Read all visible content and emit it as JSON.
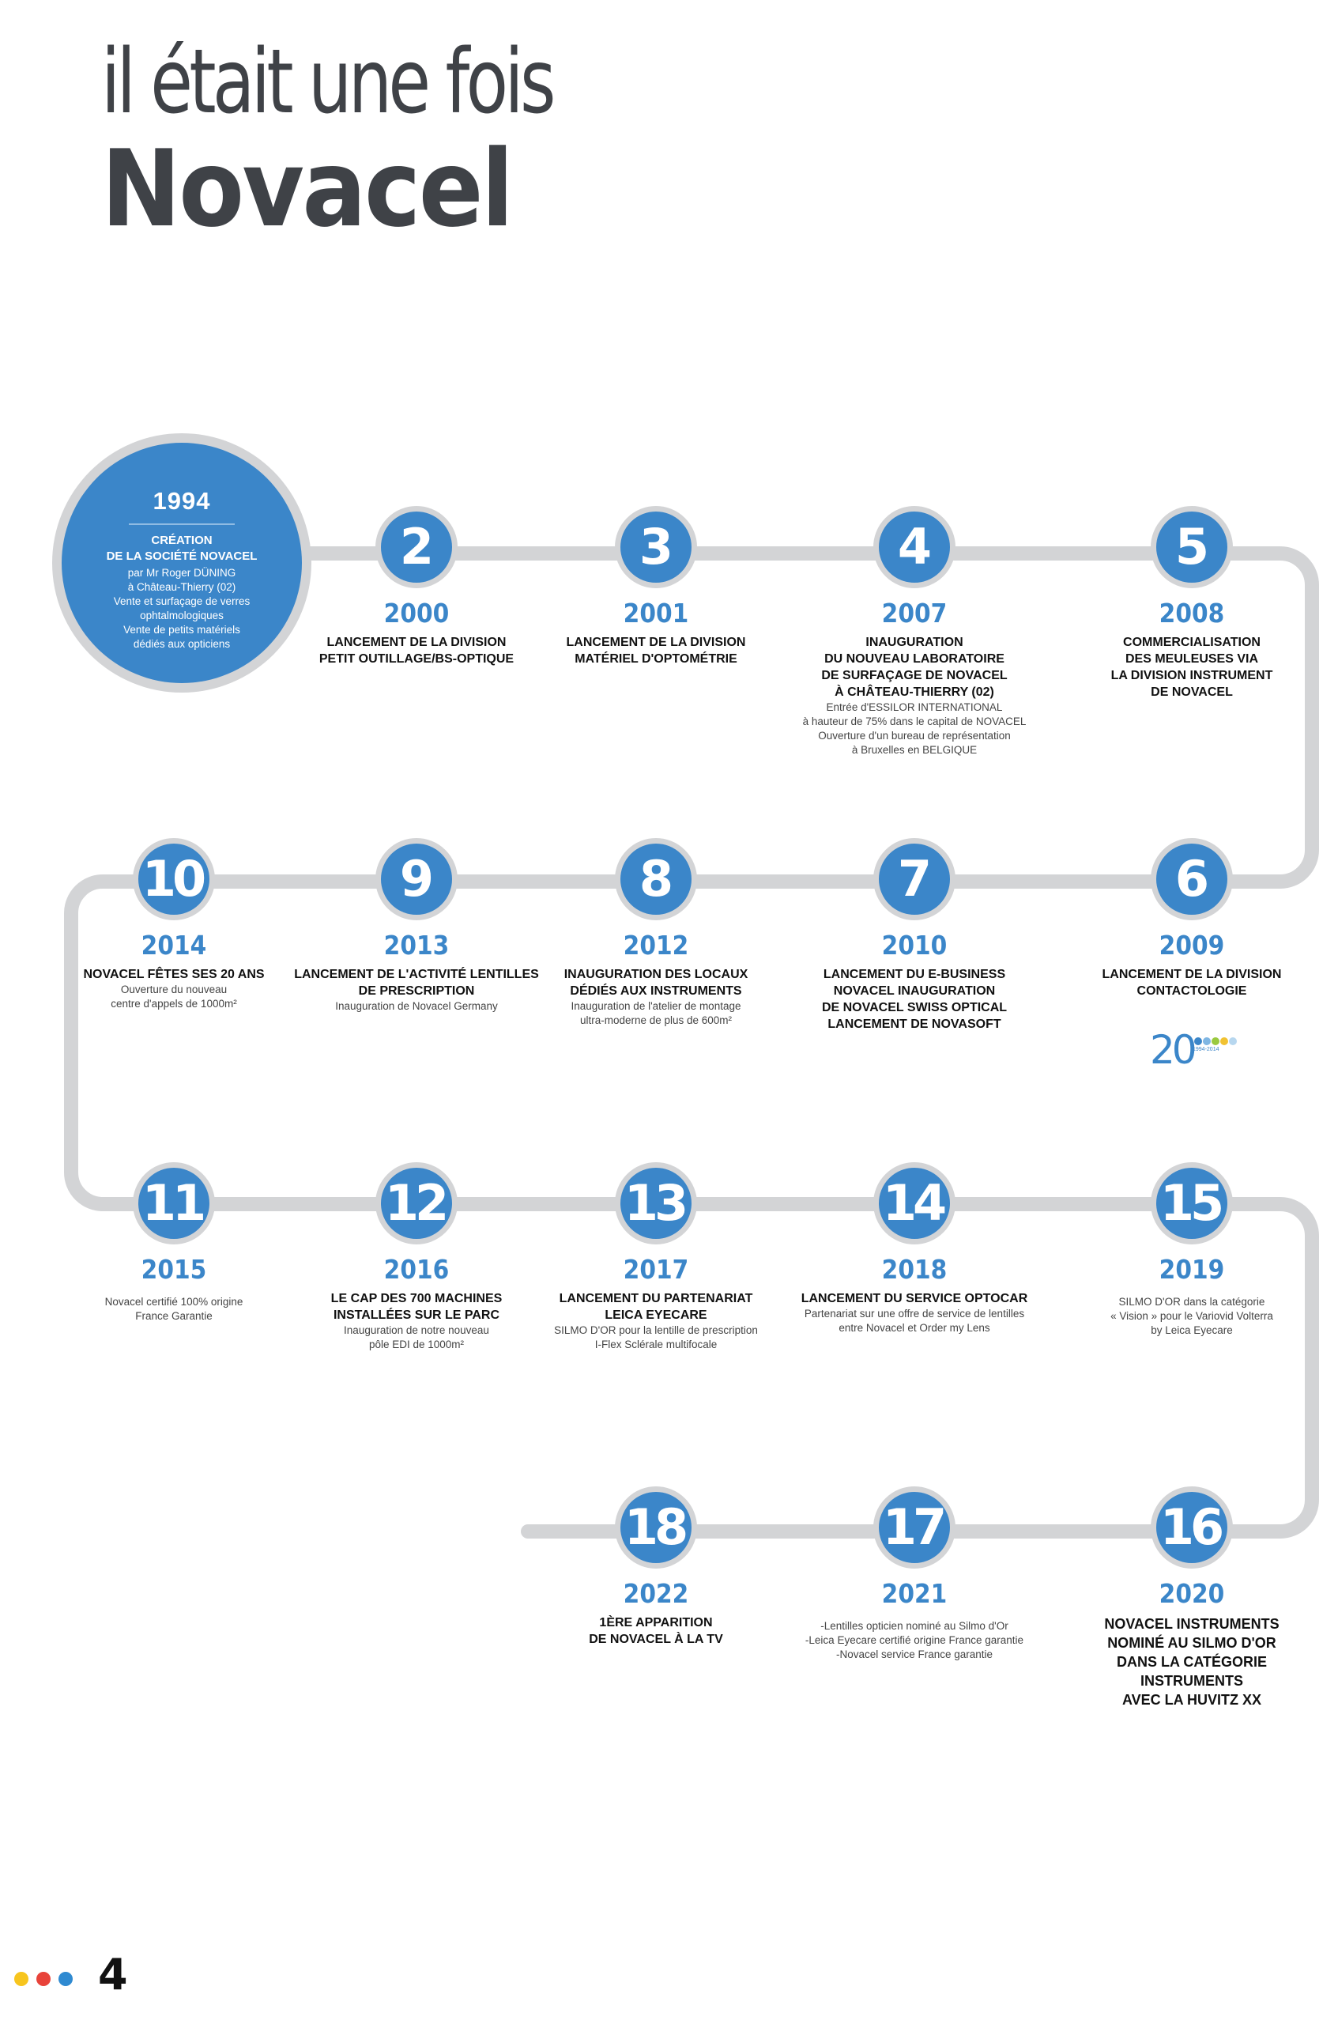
{
  "header": {
    "title_line1": "il était une fois",
    "title_line2": "Novacel"
  },
  "start": {
    "year": "1994",
    "title_lines": [
      "CRÉATION",
      "DE LA SOCIÉTÉ NOVACEL"
    ],
    "desc_lines": [
      "par Mr Roger DÜNING",
      "à Château-Thierry (02)",
      "Vente et surfaçage de verres",
      "ophtalmologiques",
      "Vente de petits matériels",
      "dédiés aux opticiens"
    ]
  },
  "milestones": [
    {
      "number": "2",
      "year": "2000",
      "title_lines": [
        "LANCEMENT DE LA DIVISION",
        "PETIT OUTILLAGE/BS-OPTIQUE"
      ],
      "desc_lines": []
    },
    {
      "number": "3",
      "year": "2001",
      "title_lines": [
        "LANCEMENT DE LA DIVISION",
        "MATÉRIEL D'OPTOMÉTRIE"
      ],
      "desc_lines": []
    },
    {
      "number": "4",
      "year": "2007",
      "title_lines": [
        "INAUGURATION",
        "DU NOUVEAU LABORATOIRE",
        "DE SURFAÇAGE DE NOVACEL",
        "À CHÂTEAU-THIERRY (02)"
      ],
      "desc_lines": [
        "Entrée d'ESSILOR INTERNATIONAL",
        "à hauteur de 75% dans le capital de NOVACEL",
        "Ouverture d'un bureau de représentation",
        "à Bruxelles en BELGIQUE"
      ]
    },
    {
      "number": "5",
      "year": "2008",
      "title_lines": [
        "COMMERCIALISATION",
        "DES MEULEUSES VIA",
        "LA DIVISION INSTRUMENT",
        "DE NOVACEL"
      ],
      "desc_lines": []
    },
    {
      "number": "6",
      "year": "2009",
      "title_lines": [
        "LANCEMENT DE LA DIVISION",
        "CONTACTOLOGIE"
      ],
      "desc_lines": []
    },
    {
      "number": "7",
      "year": "2010",
      "title_lines": [
        "LANCEMENT DU E-BUSINESS",
        "NOVACEL INAUGURATION",
        "DE NOVACEL SWISS OPTICAL",
        "LANCEMENT DE NOVASOFT"
      ],
      "desc_lines": []
    },
    {
      "number": "8",
      "year": "2012",
      "title_lines": [
        "INAUGURATION DES LOCAUX",
        "DÉDIÉS AUX INSTRUMENTS"
      ],
      "desc_lines": [
        "Inauguration de l'atelier de montage",
        "ultra-moderne de plus de 600m²"
      ]
    },
    {
      "number": "9",
      "year": "2013",
      "title_lines": [
        "LANCEMENT DE L'ACTIVITÉ LENTILLES",
        "DE PRESCRIPTION"
      ],
      "desc_lines": [
        "Inauguration de Novacel Germany"
      ]
    },
    {
      "number": "10",
      "year": "2014",
      "title_lines": [
        "NOVACEL FÊTES SES 20 ANS"
      ],
      "desc_lines": [
        "Ouverture du nouveau",
        "centre d'appels de 1000m²"
      ]
    },
    {
      "number": "11",
      "year": "2015",
      "title_lines": [],
      "desc_lines": [
        "Novacel certifié 100% origine",
        "France Garantie"
      ]
    },
    {
      "number": "12",
      "year": "2016",
      "title_lines": [
        "LE CAP DES 700 MACHINES",
        "INSTALLÉES SUR LE PARC"
      ],
      "desc_lines": [
        "Inauguration de notre nouveau",
        "pôle EDI de 1000m²"
      ]
    },
    {
      "number": "13",
      "year": "2017",
      "title_lines": [
        "LANCEMENT DU PARTENARIAT",
        "LEICA EYECARE"
      ],
      "desc_lines": [
        "SILMO D'OR pour la lentille de prescription",
        "I-Flex Sclérale multifocale"
      ]
    },
    {
      "number": "14",
      "year": "2018",
      "title_lines": [
        "LANCEMENT DU SERVICE OPTOCAR"
      ],
      "desc_lines": [
        "Partenariat sur une offre de service de lentilles",
        "entre Novacel et Order my Lens"
      ]
    },
    {
      "number": "15",
      "year": "2019",
      "title_lines": [],
      "desc_lines": [
        "SILMO D'OR dans la catégorie",
        "« Vision » pour le Variovid Volterra",
        "by Leica Eyecare"
      ]
    },
    {
      "number": "16",
      "year": "2020",
      "title_lines": [
        "NOVACEL INSTRUMENTS",
        "NOMINÉ AU SILMO D'OR",
        "DANS LA CATÉGORIE",
        "INSTRUMENTS",
        "AVEC LA HUVITZ XX"
      ],
      "desc_lines": []
    },
    {
      "number": "17",
      "year": "2021",
      "title_lines": [],
      "desc_lines": [
        "-Lentilles opticien nominé au Silmo d'Or",
        "-Leica Eyecare certifié origine France garantie",
        "-Novacel service France garantie"
      ]
    },
    {
      "number": "18",
      "year": "2022",
      "title_lines": [
        "1ÈRE APPARITION",
        "DE NOVACEL À LA TV"
      ],
      "desc_lines": []
    }
  ],
  "logo_20": {
    "number": "20",
    "years": "1994-2014"
  },
  "footer": {
    "page_number": "4"
  },
  "colors": {
    "accent": "#3b86c9",
    "track": "#d3d4d6",
    "title": "#3f4247",
    "dots": [
      "#f7c51e",
      "#e8433a",
      "#2f8ad1"
    ]
  }
}
